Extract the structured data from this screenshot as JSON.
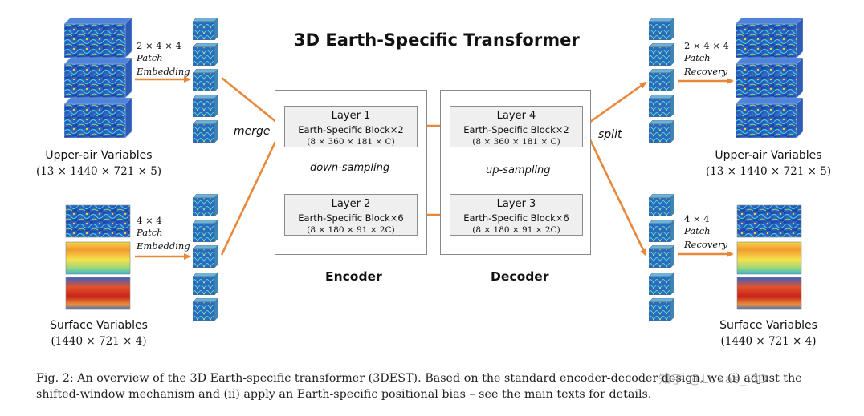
{
  "title": "3D Earth-Specific Transformer",
  "left": {
    "upper_label": "Upper-air Variables",
    "upper_dims": "(13 × 1440 × 721 × 5)",
    "surface_label": "Surface Variables",
    "surface_dims": "(1440 × 721 × 4)",
    "upper_patch_dims": "2 × 4 × 4",
    "upper_patch_word1": "Patch",
    "upper_patch_word2": "Embedding",
    "surface_patch_dims": "4 × 4",
    "surface_patch_word1": "Patch",
    "surface_patch_word2": "Embedding",
    "merge": "merge"
  },
  "right": {
    "upper_label": "Upper-air Variables",
    "upper_dims": "(13 × 1440 × 721 × 5)",
    "surface_label": "Surface Variables",
    "surface_dims": "(1440 × 721 × 4)",
    "upper_patch_dims": "2 × 4 × 4",
    "upper_patch_word1": "Patch",
    "upper_patch_word2": "Recovery",
    "surface_patch_dims": "4 × 4",
    "surface_patch_word1": "Patch",
    "surface_patch_word2": "Recovery",
    "split": "split"
  },
  "encoder": {
    "label": "Encoder",
    "layer1": {
      "name": "Layer 1",
      "block": "Earth-Specific Block×2",
      "dims": "(8 × 360 × 181 × C)"
    },
    "layer2": {
      "name": "Layer 2",
      "block": "Earth-Specific Block×6",
      "dims": "(8 × 180 × 91 × 2C)"
    },
    "transition": "down-sampling"
  },
  "decoder": {
    "label": "Decoder",
    "layer4": {
      "name": "Layer 4",
      "block": "Earth-Specific Block×2",
      "dims": "(8 × 360 × 181 × C)"
    },
    "layer3": {
      "name": "Layer 3",
      "block": "Earth-Specific Block×6",
      "dims": "(8 × 180 × 91 × 2C)"
    },
    "transition": "up-sampling"
  },
  "caption": "Fig. 2: An overview of the 3D Earth-specific transformer (3DEST). Based on the standard encoder-decoder design, we (i) adjust the shifted-window mechanism and (ii) apply an Earth-specific positional bias – see the main texts for details.",
  "watermark": "知乎 @Lukas_i33",
  "colors": {
    "arrow": "#e8883a",
    "ocean": "#1f4fa8",
    "swirl": "#2ec4d6",
    "warm": "#f5d43a",
    "hot": "#d8331f"
  }
}
